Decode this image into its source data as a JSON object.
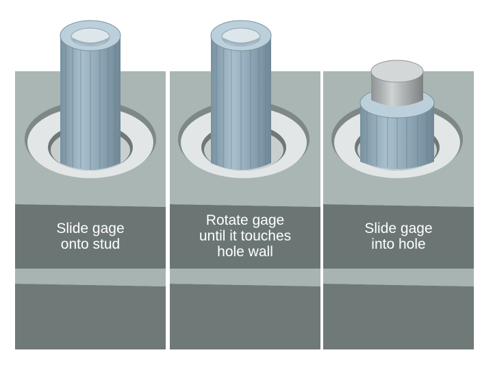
{
  "steps": [
    {
      "caption": "Slide gage\n onto stud"
    },
    {
      "caption": "Rotate gage\nuntil it touches\nhole wall"
    },
    {
      "caption": "Slide gage\n into hole"
    }
  ],
  "colors": {
    "plate_top": "#a9b6b4",
    "plate_band": "#6b7674",
    "plate_stripe": "#a8b4b2",
    "gage_body": "#8fa9b9",
    "gage_highlight": "#b6cbd7",
    "stud_cap": "#c9cccd",
    "hole_ring": "#e6e8e8"
  }
}
